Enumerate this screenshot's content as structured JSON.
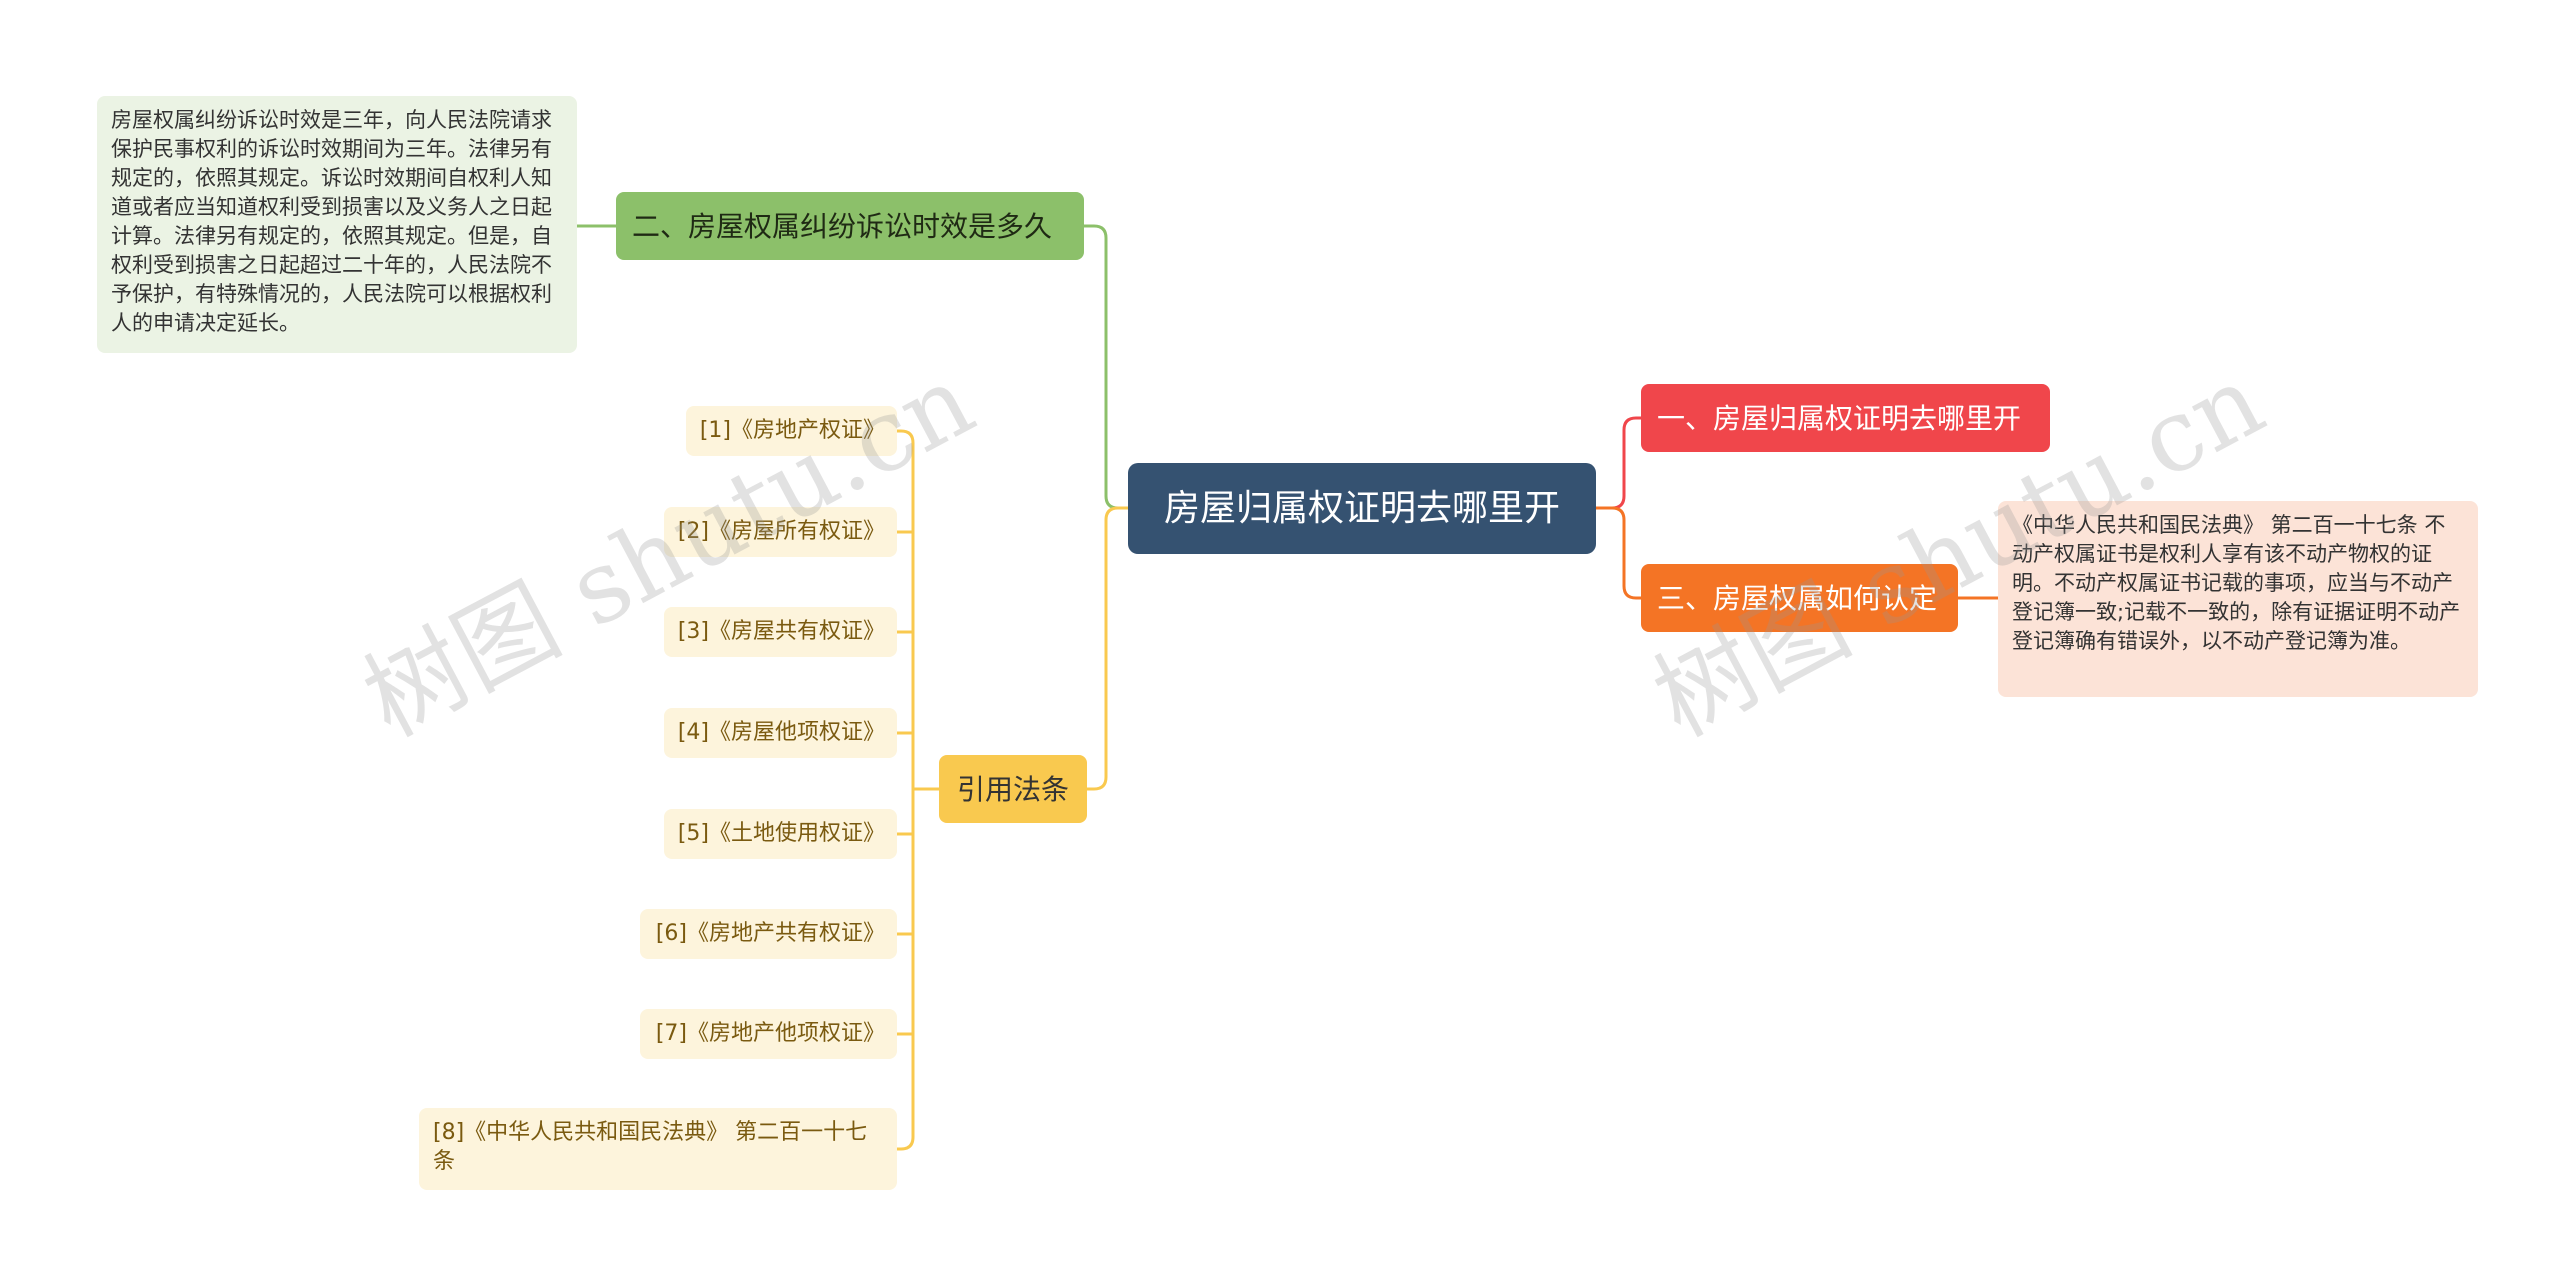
{
  "root": {
    "label": "房屋归属权证明去哪里开"
  },
  "branches": {
    "b1": {
      "label": "一、房屋归属权证明去哪里开"
    },
    "b2": {
      "label": "二、房屋权属纠纷诉讼时效是多久"
    },
    "b3": {
      "label": "三、房屋权属如何认定"
    },
    "refs": {
      "label": "引用法条"
    }
  },
  "leaves": {
    "b2_text": "房屋权属纠纷诉讼时效是三年，向人民法院请求保护民事权利的诉讼时效期间为三年。法律另有规定的，依照其规定。诉讼时效期间自权利人知道或者应当知道权利受到损害以及义务人之日起计算。法律另有规定的，依照其规定。但是，自权利受到损害之日起超过二十年的，人民法院不予保护，有特殊情况的，人民法院可以根据权利人的申请决定延长。",
    "b3_text": "《中华人民共和国民法典》 第二百一十七条 不动产权属证书是权利人享有该不动产物权的证明。不动产权属证书记载的事项，应当与不动产登记簿一致;记载不一致的，除有证据证明不动产登记簿确有错误外，以不动产登记簿为准。"
  },
  "refs": [
    "[1]《房地产权证》",
    "[2]《房屋所有权证》",
    "[3]《房屋共有权证》",
    "[4]《房屋他项权证》",
    "[5]《土地使用权证》",
    "[6]《房地产共有权证》",
    "[7]《房地产他项权证》",
    "[8]《中华人民共和国民法典》 第二百一十七条"
  ],
  "watermark": "树图 shutu.cn",
  "colors": {
    "root": "#355271",
    "b1": "#f0464b",
    "b2": "#8cc06a",
    "b3": "#f47425",
    "refs": "#f9c94f"
  }
}
